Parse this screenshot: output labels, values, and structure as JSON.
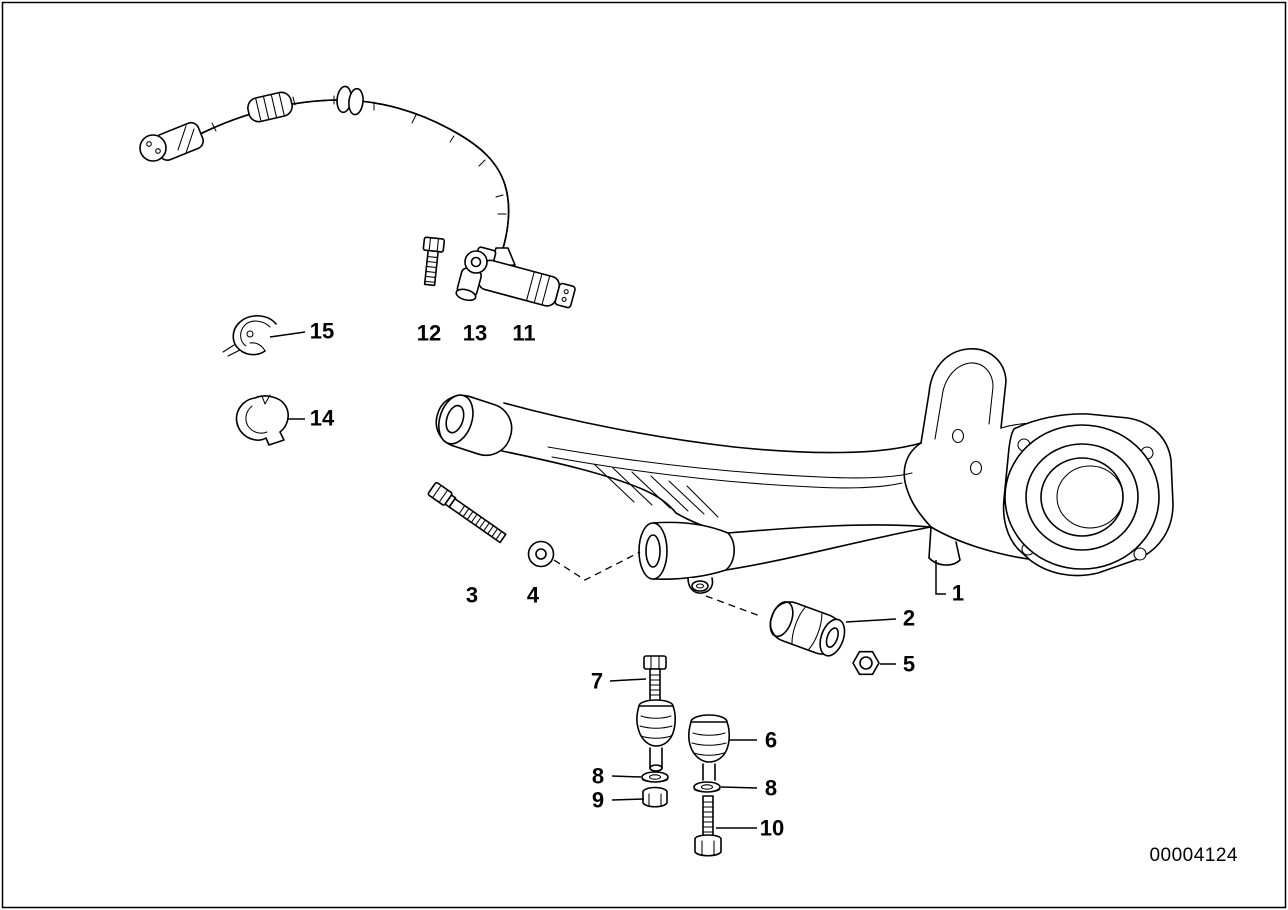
{
  "canvas": {
    "background": "#ffffff",
    "line_color": "#000000"
  },
  "diagram": {
    "part_id": "00004124",
    "callouts": [
      {
        "id": "callout-15",
        "text": "15"
      },
      {
        "id": "callout-14",
        "text": "14"
      },
      {
        "id": "callout-12",
        "text": "12"
      },
      {
        "id": "callout-13",
        "text": "13"
      },
      {
        "id": "callout-11",
        "text": "11"
      },
      {
        "id": "callout-3",
        "text": "3"
      },
      {
        "id": "callout-4",
        "text": "4"
      },
      {
        "id": "callout-1",
        "text": "1"
      },
      {
        "id": "callout-2",
        "text": "2"
      },
      {
        "id": "callout-5",
        "text": "5"
      },
      {
        "id": "callout-7",
        "text": "7"
      },
      {
        "id": "callout-6",
        "text": "6"
      },
      {
        "id": "callout-8-upper",
        "text": "8"
      },
      {
        "id": "callout-9",
        "text": "9"
      },
      {
        "id": "callout-8-lower",
        "text": "8"
      },
      {
        "id": "callout-10",
        "text": "10"
      }
    ]
  }
}
